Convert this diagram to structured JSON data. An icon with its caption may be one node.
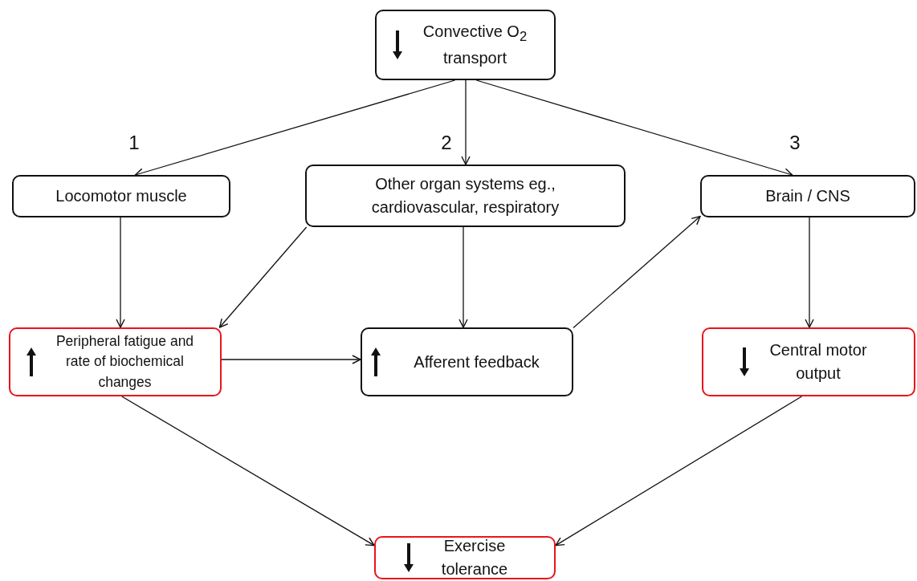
{
  "diagram": {
    "nodes": [
      {
        "text": [
          "Convective O$_{2}$ transport"
        ]
      },
      {
        "text": [
          "Locomotor muscle"
        ]
      },
      {
        "text": [
          "Other organ systems eg., cardiovascular, respiratory"
        ]
      },
      {
        "text": [
          "Brain / CNS"
        ]
      },
      {
        "text": [
          "Peripheral fatigue and rate of biochemical changes"
        ]
      },
      {
        "text": [
          "Afferent feedback"
        ]
      },
      {
        "text": [
          "Central motor output"
        ]
      },
      {
        "text": [
          "Exercise tolerance"
        ]
      }
    ],
    "edges": [
      {
        "from": 0,
        "to": 1,
        "arrow": "to",
        "label": "1"
      },
      {
        "from": 0,
        "to": 2,
        "arrow": "to",
        "label": "2"
      },
      {
        "from": 0,
        "to": 3,
        "arrow": "to",
        "label": "3"
      },
      {
        "from": 1,
        "to": 4,
        "arrow": "to"
      },
      {
        "from": 2,
        "to": 4,
        "arrow": "to"
      },
      {
        "from": 2,
        "to": 5,
        "arrow": "to"
      },
      {
        "from": 4,
        "to": 5,
        "arrow": "to"
      },
      {
        "from": 5,
        "to": 3,
        "arrow": "to"
      },
      {
        "from": 3,
        "to": 6,
        "arrow": "to"
      },
      {
        "from": 4,
        "to": 7,
        "arrow": "to"
      },
      {
        "from": 6,
        "to": 7,
        "arrow": "to"
      }
    ]
  }
}
